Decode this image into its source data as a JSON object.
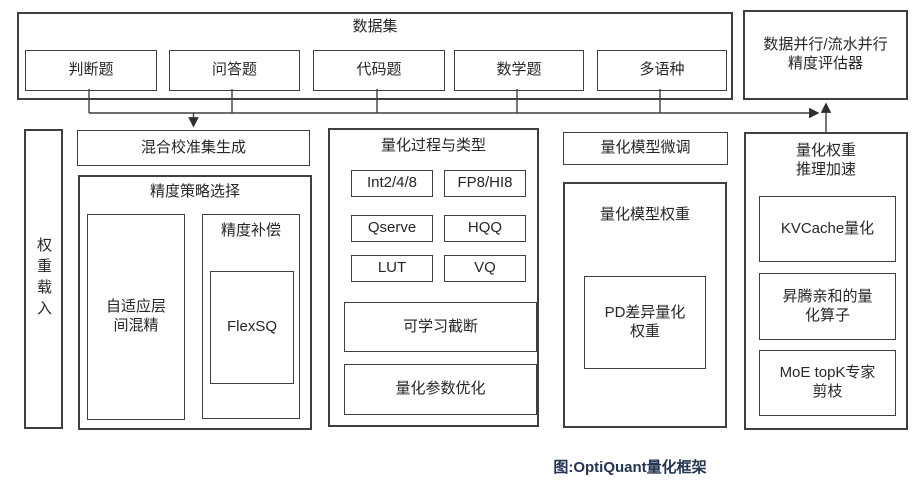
{
  "diagram": {
    "caption": "图:OptiQuant量化框架",
    "datasets": {
      "title": "数据集",
      "items": [
        {
          "label": "判断题"
        },
        {
          "label": "问答题"
        },
        {
          "label": "代码题"
        },
        {
          "label": "数学题"
        },
        {
          "label": "多语种"
        }
      ]
    },
    "evaluator": {
      "label": "数据并行/流水并行\n精度评估器"
    },
    "weight_load": {
      "label": "权重载入"
    },
    "calibration": {
      "label": "混合校准集生成"
    },
    "strategy": {
      "title": "精度策略选择",
      "adaptive": "自适应层\n间混精",
      "compensation_title": "精度补偿",
      "flexsq": "FlexSQ"
    },
    "quant_process": {
      "title": "量化过程与类型",
      "types": [
        "Int2/4/8",
        "FP8/HI8",
        "Qserve",
        "HQQ",
        "LUT",
        "VQ"
      ],
      "learnable_truncation": "可学习截断",
      "param_optimization": "量化参数优化"
    },
    "finetune": {
      "label": "量化模型微调"
    },
    "model_weights": {
      "title": "量化模型权重",
      "pd": "PD差异量化\n权重"
    },
    "inference_accel": {
      "title": "量化权重\n推理加速",
      "items": [
        {
          "label": "KVCache量化"
        },
        {
          "label": "昇腾亲和的量\n化算子"
        },
        {
          "label": "MoE topK专家\n剪枝"
        }
      ]
    },
    "colors": {
      "border": "#3f3f3f",
      "text": "#262626",
      "caption": "#233450",
      "background": "#ffffff"
    }
  }
}
